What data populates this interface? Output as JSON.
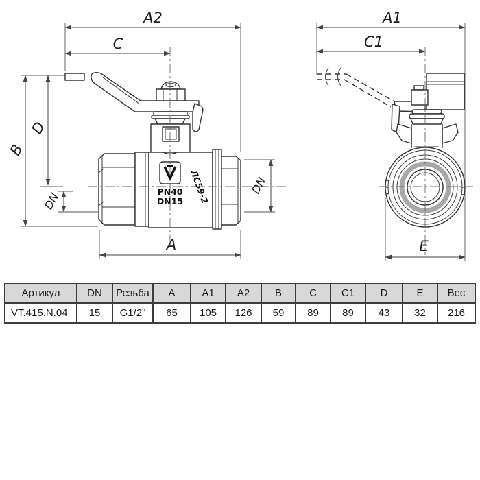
{
  "side_view": {
    "dim_labels": {
      "a2": "A2",
      "c": "C",
      "b": "B",
      "d": "D",
      "dn_left": "DN",
      "dn_right": "DN",
      "a": "A"
    },
    "markings": {
      "pressure": "PN40",
      "bore": "DN15",
      "alloy": "ЛС59-2"
    }
  },
  "front_view": {
    "dim_labels": {
      "a1": "A1",
      "c1": "C1",
      "e": "E"
    }
  },
  "table": {
    "headers": [
      "Артикул",
      "DN",
      "Резьба",
      "A",
      "A1",
      "A2",
      "B",
      "C",
      "C1",
      "D",
      "E",
      "Вес"
    ],
    "rows": [
      [
        "VT.415.N.04",
        "15",
        "G1/2\"",
        "65",
        "105",
        "126",
        "59",
        "89",
        "89",
        "43",
        "32",
        "216"
      ]
    ]
  },
  "colors": {
    "line": "#333333",
    "dim": "#444444",
    "gray_ring": "#a8a8a8",
    "header_bg": "#d8d8d8"
  }
}
